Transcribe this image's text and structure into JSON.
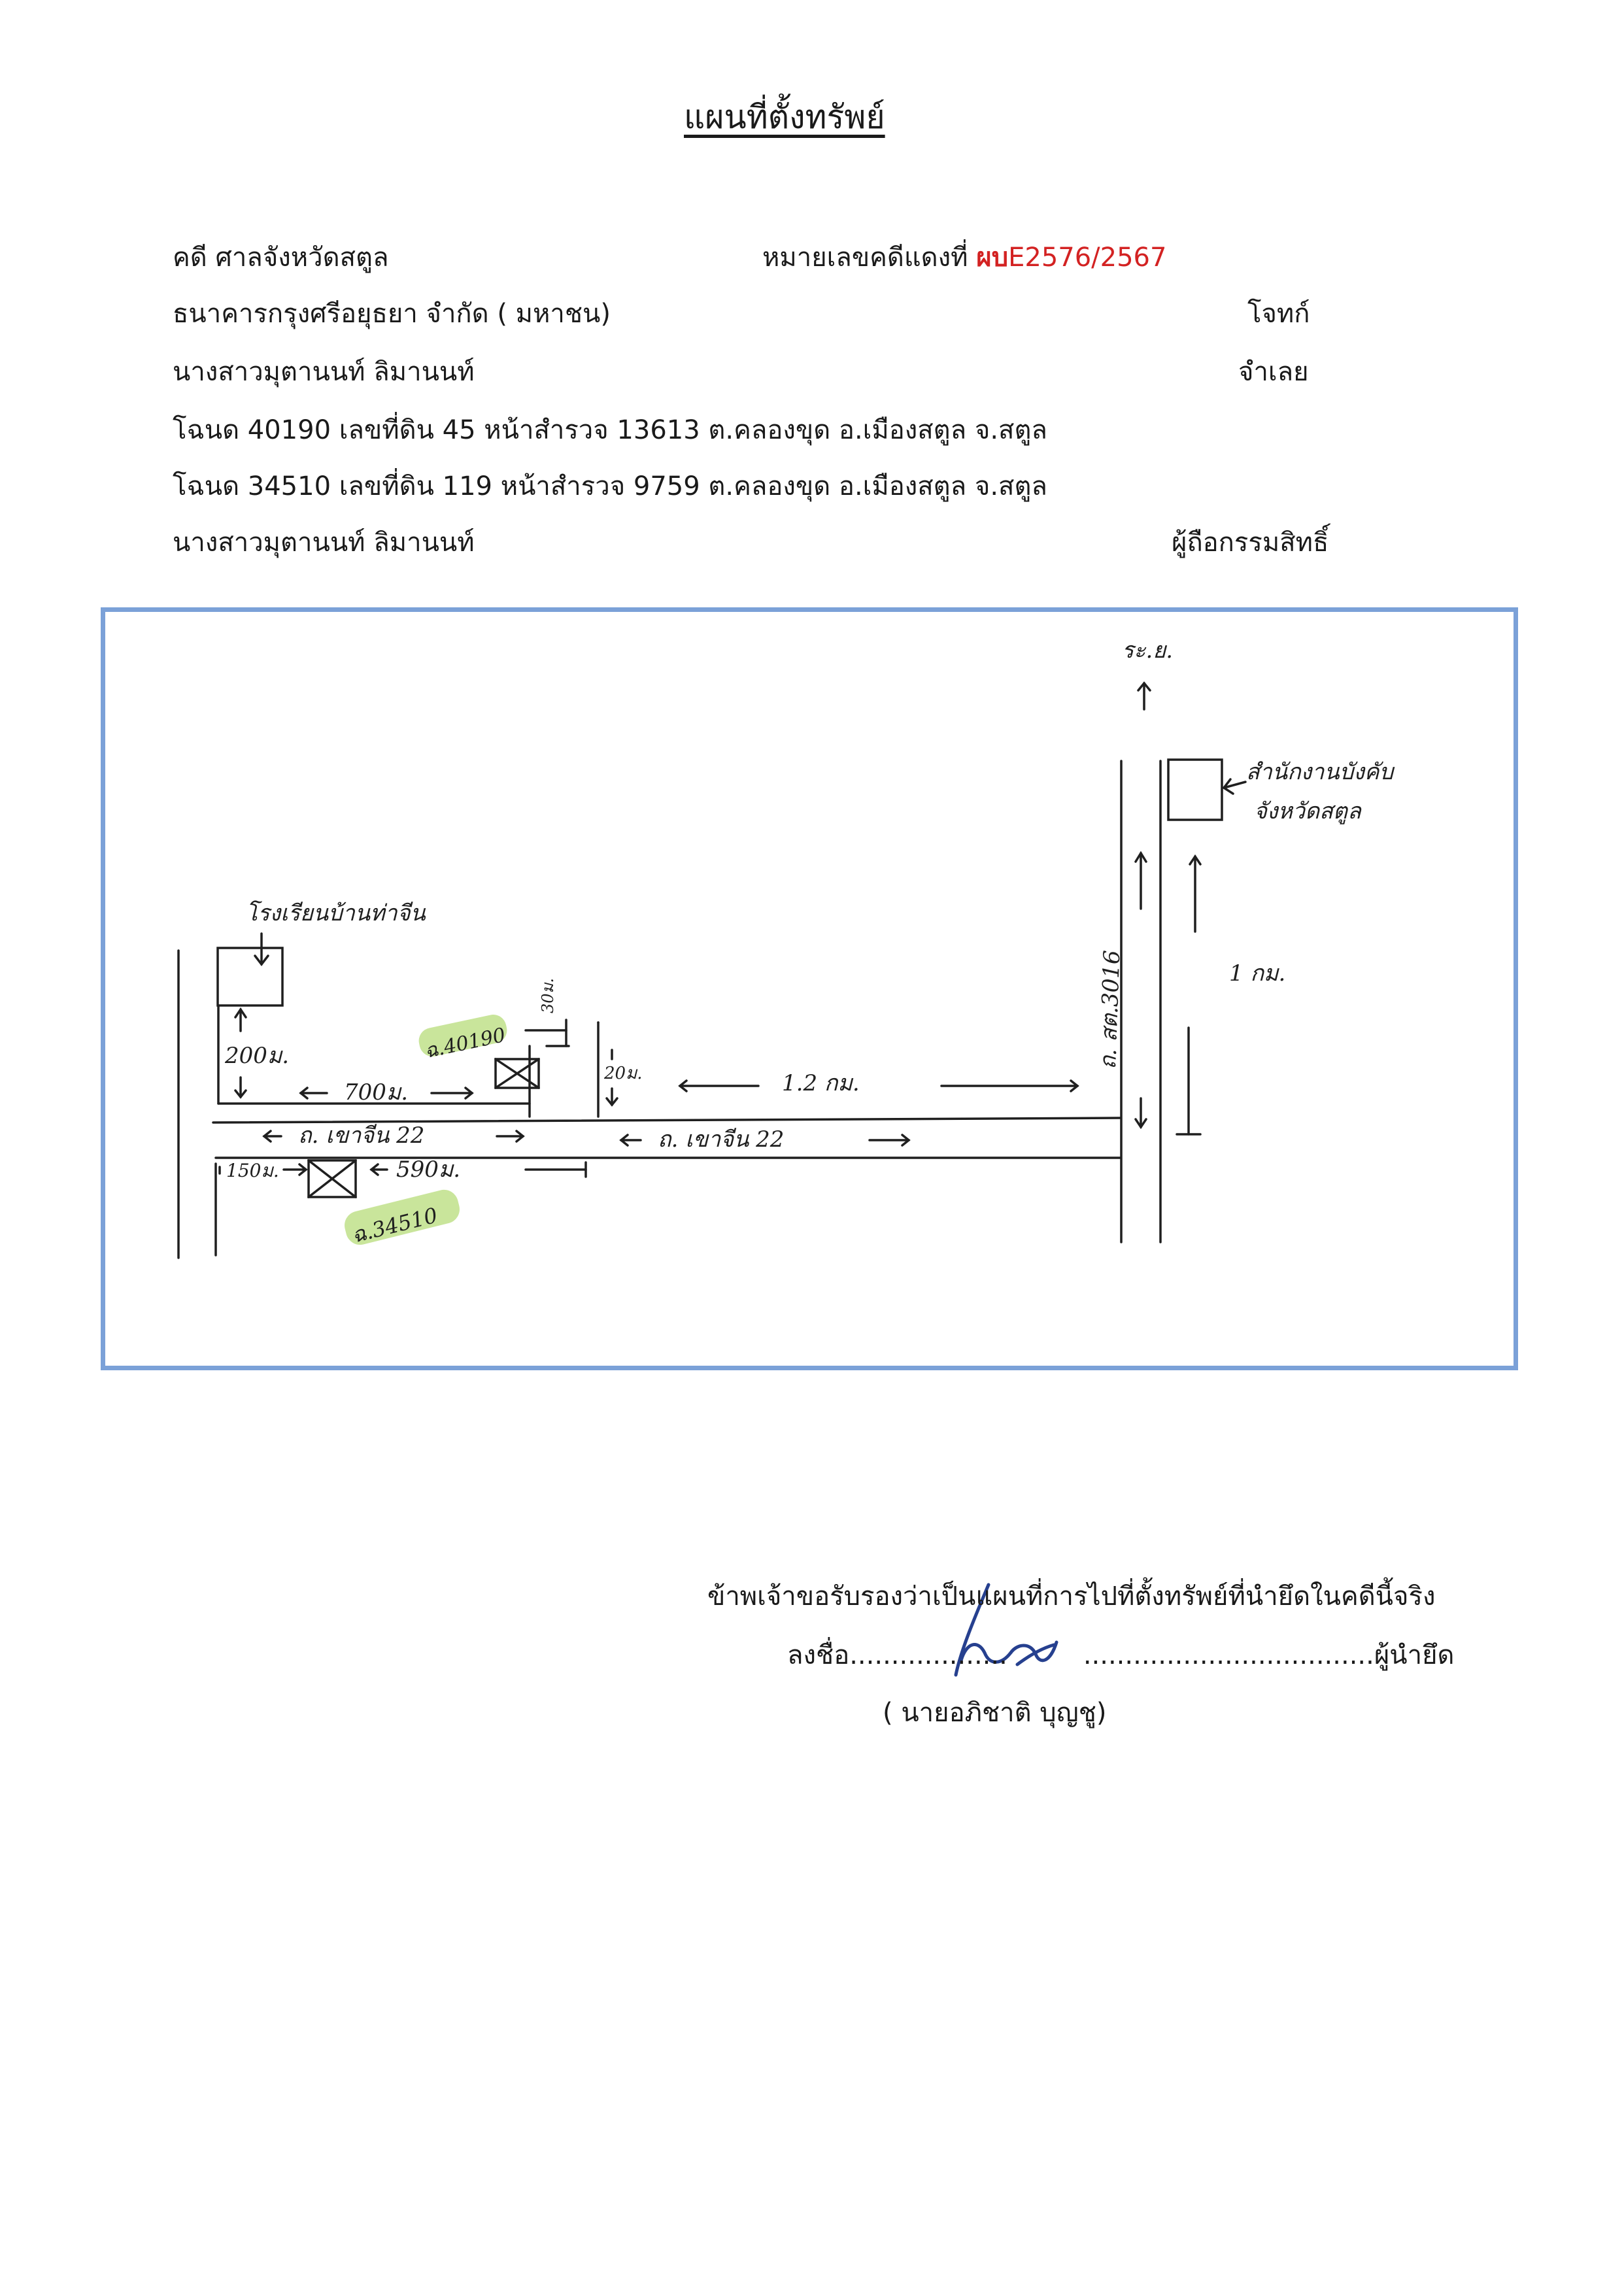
{
  "title": "แผนที่ตั้งทรัพย์",
  "case": {
    "label": "คดี ศาลจังหวัดสตูล",
    "red_number_label": "หมายเลขคดีแดงที่",
    "red_number_prefix": "ผบ",
    "red_number_value": "E2576/2567"
  },
  "parties": {
    "plaintiff_name": "ธนาคารกรุงศรีอยุธยา จำกัด ( มหาชน)",
    "plaintiff_role": "โจทก์",
    "defendant_name": "นางสาวมุตานนท์  ลิมานนท์",
    "defendant_role": "จำเลย",
    "owner_name": "นางสาวมุตานนท์  ลิมานนท์",
    "owner_role": "ผู้ถือกรรมสิทธิ์"
  },
  "deeds": [
    "โฉนด 40190  เลขที่ดิน 45 หน้าสำรวจ 13613  ต.คลองขุด   อ.เมืองสตูล   จ.สตูล",
    "โฉนด 34510  เลขที่ดิน 119  หน้าสำรวจ  9759  ต.คลองขุด   อ.เมืองสตูล   จ.สตูล"
  ],
  "map": {
    "frame_color": "#7ba1d8",
    "highlight_color": "#bfe08a",
    "labels": {
      "north_label": "ระ.ย.",
      "office_label_line1": "สำนักงานบังคับ",
      "office_label_line2": "จังหวัดสตูล",
      "school_label": "โรงเรียนบ้านท่าจีน",
      "road_3016": "ถ. สต.3016",
      "dist_1km": "1 กม.",
      "dist_1_2km": "1.2 กม.",
      "road_khao_jin_left": "ถ. เขาจีน 22",
      "road_khao_jin_right": "ถ. เขาจีน 22",
      "dist_200m": "200ม.",
      "dist_700m": "700ม.",
      "dist_150m": "150ม.",
      "dist_590m": "590ม.",
      "dist_small_left": "20ม.",
      "dist_small_right": "30ม.",
      "deed_label_1": "ฉ.40190",
      "deed_label_2": "ฉ.34510"
    }
  },
  "certification": {
    "statement": "ข้าพเจ้าขอรับรองว่าเป็นแผนที่การไปที่ตั้งทรัพย์ที่นำยึดในคดีนี้จริง",
    "sign_prefix": "ลงชื่อ",
    "sign_dots_left": "...................",
    "sign_dots_right": "...................................",
    "sign_role": "ผู้นำยึด",
    "signer_name": "(  นายอภิชาติ  บุญชู)"
  }
}
